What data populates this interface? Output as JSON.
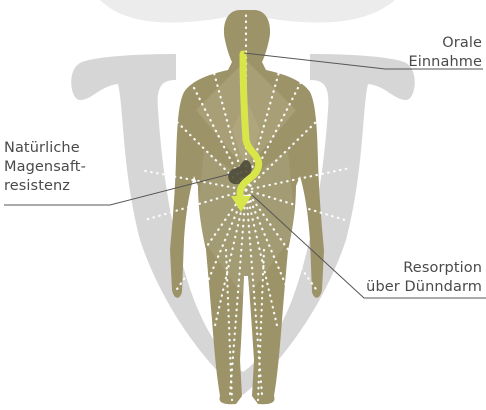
{
  "labels": {
    "oral": "Orale\nEinnahme",
    "magen": "Natürliche\nMagensaft-\nresistenz",
    "resorption": "Resorption\nüber Dünndarm"
  },
  "colors": {
    "background": "#ffffff",
    "shield": "#d5d5d5",
    "top_shape": "#eaeaea",
    "body": "#9a9169",
    "body_light": "#aba37f",
    "energy_lines": "#ffffff",
    "digestive_path": "#d9e84a",
    "stomach": "#4e4b3a",
    "leader_lines": "#555555",
    "text": "#4a4a4a"
  }
}
